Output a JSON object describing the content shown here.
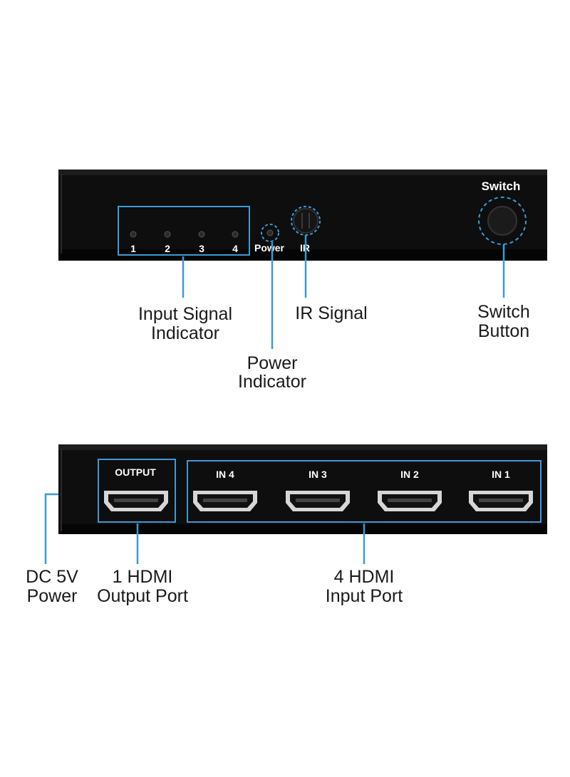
{
  "front_panel": {
    "switch_label": "Switch",
    "led_labels": [
      "1",
      "2",
      "3",
      "4"
    ],
    "power_label": "Power",
    "ir_label": "IR"
  },
  "rear_panel": {
    "output_label": "OUTPUT",
    "input_labels": [
      "IN 4",
      "IN 3",
      "IN 2",
      "IN 1"
    ]
  },
  "callouts": {
    "input_signal_indicator": [
      "Input Signal",
      "Indicator"
    ],
    "power_indicator": [
      "Power",
      "Indicator"
    ],
    "ir_signal": [
      "IR Signal"
    ],
    "switch_button": [
      "Switch",
      "Button"
    ],
    "dc_power": [
      "DC 5V",
      "Power"
    ],
    "hdmi_output": [
      "1 HDMI",
      "Output Port"
    ],
    "hdmi_input": [
      "4 HDMI",
      "Input Port"
    ]
  },
  "colors": {
    "accent": "#3d9ad6",
    "device_body": "#0e0e0e",
    "label_text": "#ffffff"
  }
}
